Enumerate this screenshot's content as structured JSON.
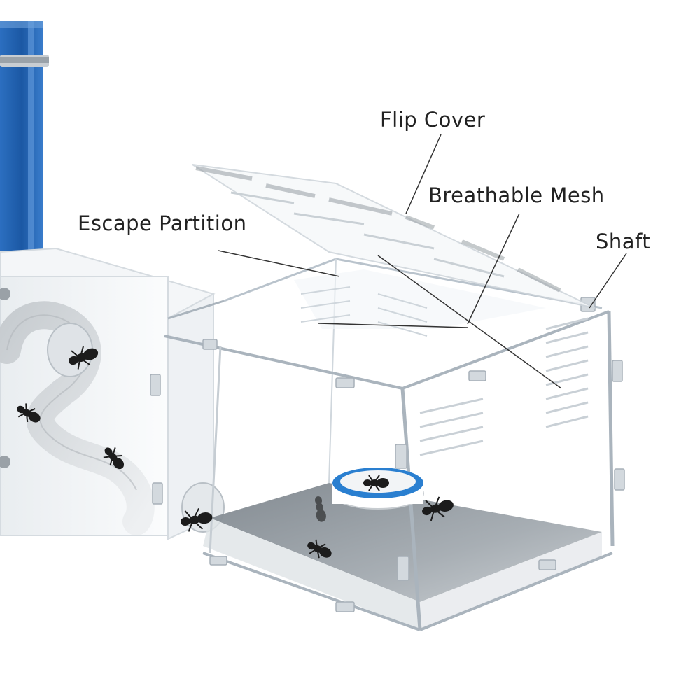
{
  "callouts": {
    "flip_cover": "Flip Cover",
    "breathable_mesh": "Breathable Mesh",
    "escape_partition": "Escape Partition",
    "shaft": "Shaft"
  },
  "colors": {
    "background": "#ffffff",
    "text": "#222222",
    "leader_line": "#333333",
    "acrylic_edge": "#b9c3cc",
    "blue_panel": "#1f5fae",
    "floor": "#8f969c",
    "feeder_ring": "#2a7fd0"
  },
  "icons": [
    "ant-icon",
    "feeder-dish-icon",
    "hinge-icon"
  ]
}
